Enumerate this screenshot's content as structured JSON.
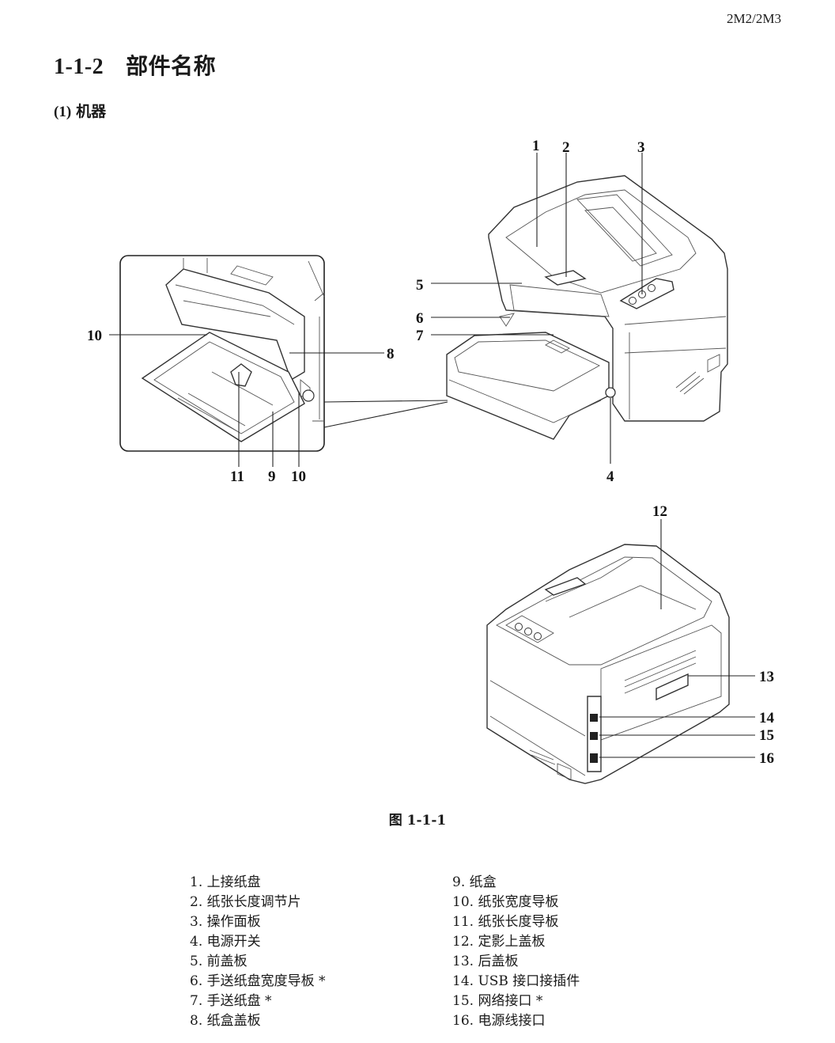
{
  "header": {
    "model_code": "2M2/2M3",
    "section_number": "1-1-2",
    "section_title": "部件名称",
    "subsection_number": "(1)",
    "subsection_title": "机器"
  },
  "figure": {
    "caption": "图 1-1-1",
    "callouts": {
      "c1": "1",
      "c2": "2",
      "c3": "3",
      "c4": "4",
      "c5": "5",
      "c6": "6",
      "c7": "7",
      "c8": "8",
      "c9": "9",
      "c10a": "10",
      "c10b": "10",
      "c11": "11",
      "c12": "12",
      "c13": "13",
      "c14": "14",
      "c15": "15",
      "c16": "16"
    }
  },
  "parts": {
    "left": [
      "1. 上接纸盘",
      "2. 纸张长度调节片",
      "3. 操作面板",
      "4. 电源开关",
      "5. 前盖板",
      "6. 手送纸盘宽度导板 *",
      "7. 手送纸盘 *",
      "8. 纸盒盖板"
    ],
    "right": [
      "9. 纸盒",
      "10. 纸张宽度导板",
      "11. 纸张长度导板",
      "12. 定影上盖板",
      "13. 后盖板",
      "14. USB 接口接插件",
      "15. 网络接口 *",
      "16. 电源线接口"
    ]
  }
}
